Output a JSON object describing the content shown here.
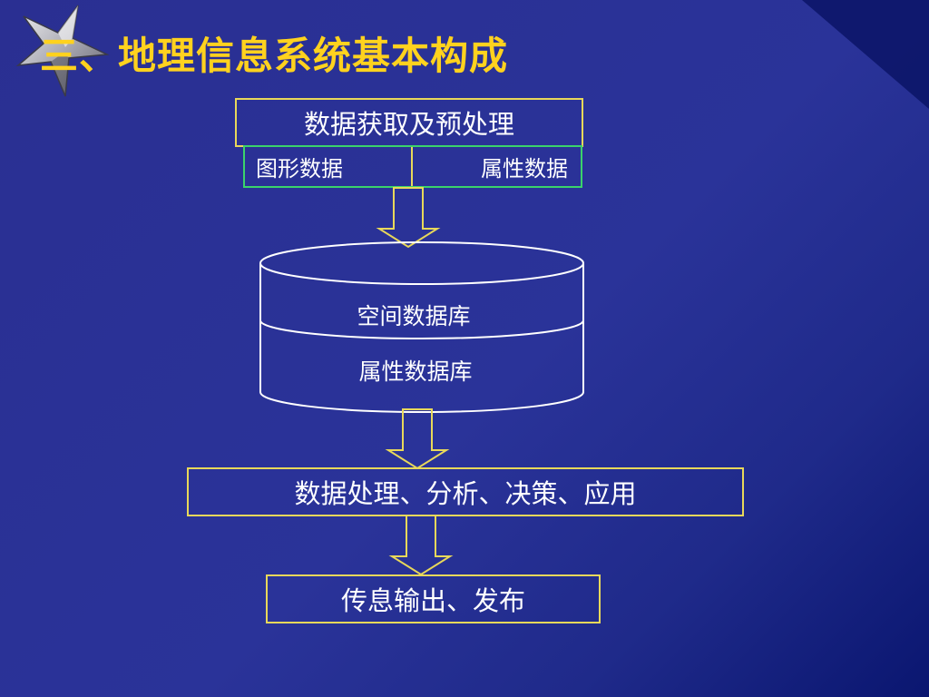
{
  "slide": {
    "title": "三、地理信息系统基本构成"
  },
  "diagram": {
    "acquisition": {
      "label": "数据获取及预处理",
      "sub_left": "图形数据",
      "sub_right": "属性数据"
    },
    "database": {
      "spatial": "空间数据库",
      "attribute": "属性数据库"
    },
    "processing": "数据处理、分析、决策、应用",
    "output": "传息输出、发布"
  },
  "colors": {
    "background": "#2a2f92",
    "title": "#ffd21e",
    "box_border": "#e8d85a",
    "sub_border": "#3bd36b",
    "text": "#ffffff"
  }
}
